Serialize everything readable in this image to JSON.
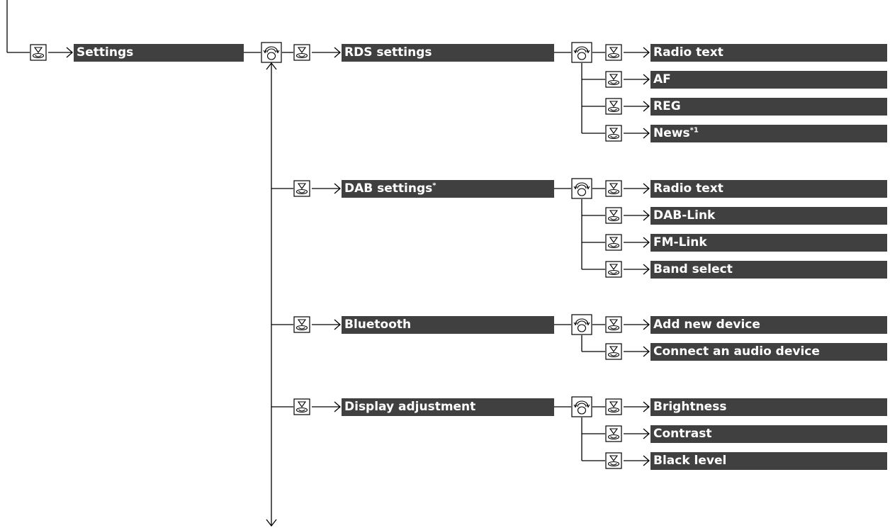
{
  "menu": {
    "root": {
      "label": "Settings"
    },
    "groups": [
      {
        "label": "RDS settings",
        "note": "",
        "items": [
          {
            "label": "Radio text",
            "note": ""
          },
          {
            "label": "AF",
            "note": ""
          },
          {
            "label": "REG",
            "note": ""
          },
          {
            "label": "News",
            "note": "*1"
          }
        ]
      },
      {
        "label": "DAB settings",
        "note": "*",
        "items": [
          {
            "label": "Radio text",
            "note": ""
          },
          {
            "label": "DAB-Link",
            "note": ""
          },
          {
            "label": "FM-Link",
            "note": ""
          },
          {
            "label": "Band select",
            "note": ""
          }
        ]
      },
      {
        "label": "Bluetooth",
        "note": "",
        "items": [
          {
            "label": "Add new device",
            "note": ""
          },
          {
            "label": "Connect an audio device",
            "note": ""
          }
        ]
      },
      {
        "label": "Display adjustment",
        "note": "",
        "items": [
          {
            "label": "Brightness",
            "note": ""
          },
          {
            "label": "Contrast",
            "note": ""
          },
          {
            "label": "Black level",
            "note": ""
          }
        ]
      }
    ]
  },
  "icons": {
    "press": "press-knob-icon",
    "rotate": "rotate-knob-icon"
  },
  "colors": {
    "bar": "#404040",
    "bar_text": "#ffffff",
    "line": "#000000"
  }
}
